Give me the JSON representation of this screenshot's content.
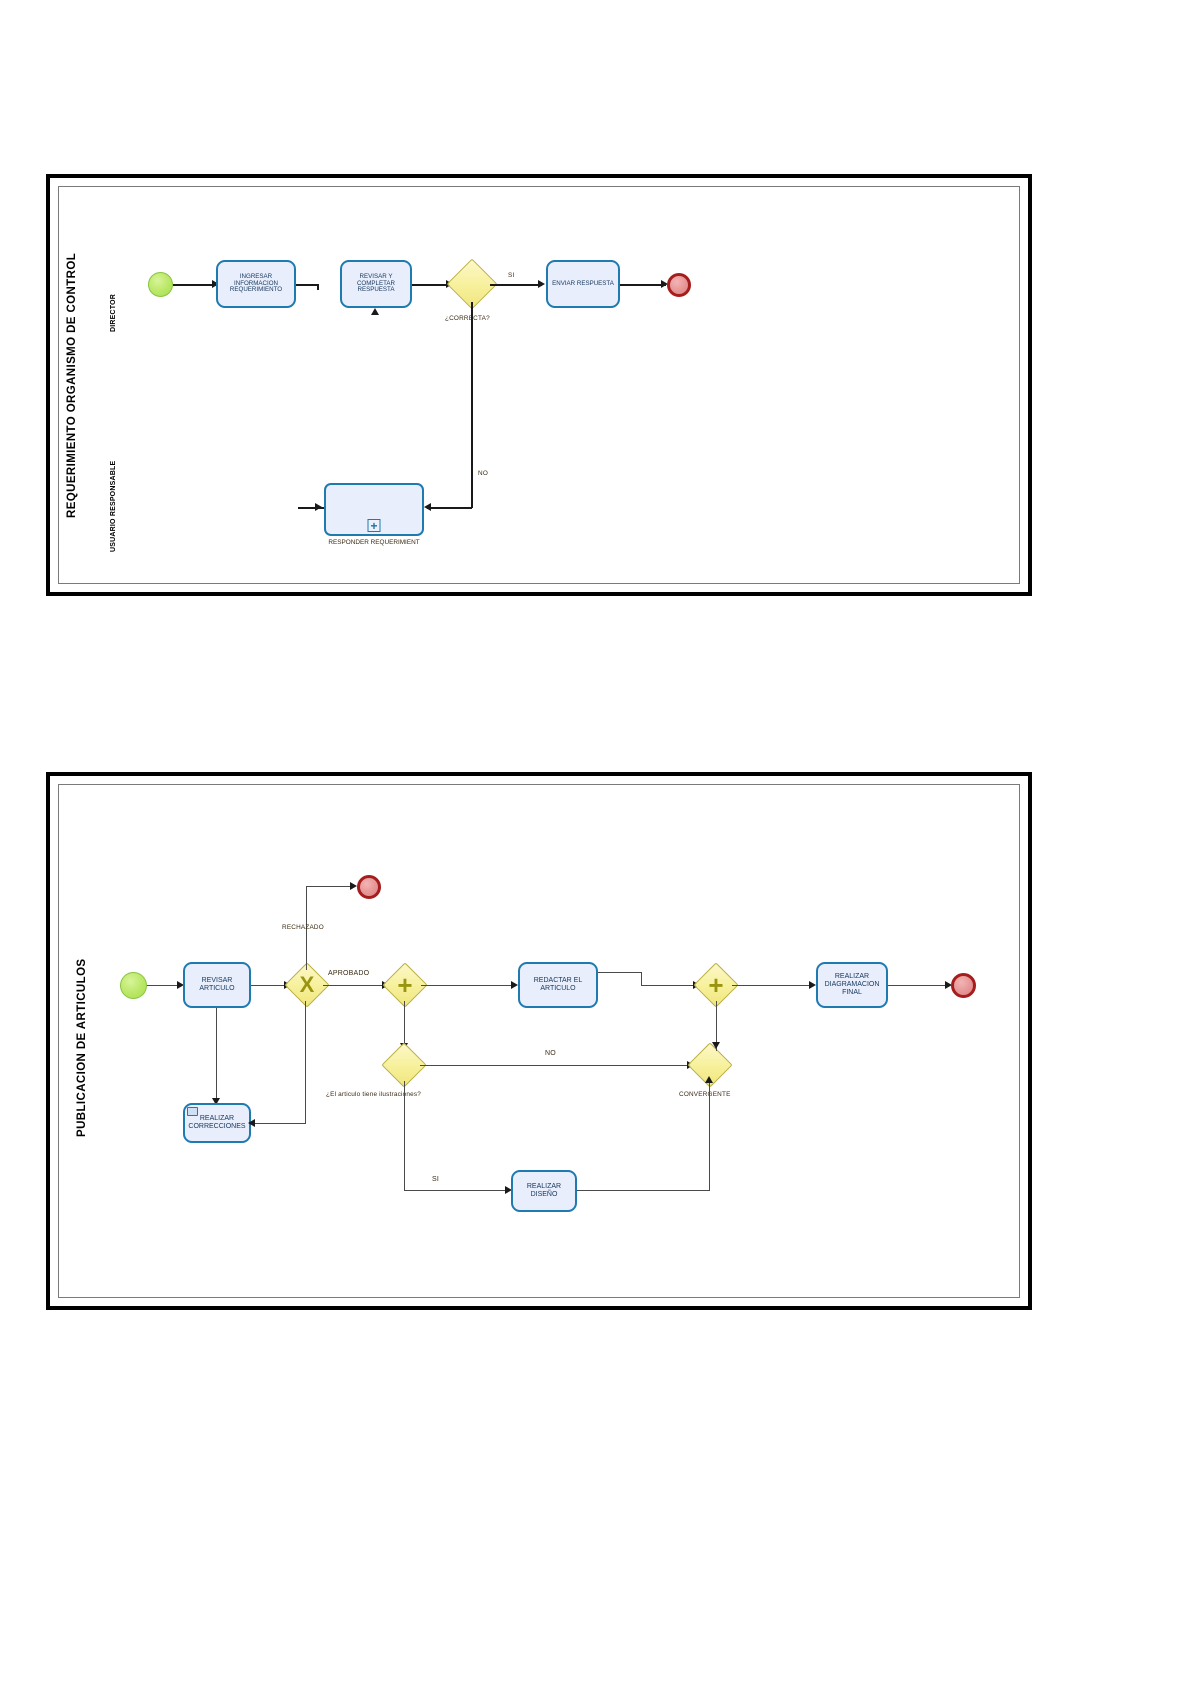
{
  "diagrams": [
    {
      "pool_title": "REQUERIMIENTO ORGANISMO DE CONTROL",
      "lanes": [
        {
          "label": "DIRECTOR"
        },
        {
          "label": "USUARIO RESPONSABLE"
        }
      ],
      "nodes": {
        "start": {
          "type": "start-event",
          "name": ""
        },
        "task_ingresar": {
          "type": "task",
          "label": "INGRESAR INFORMACION REQUERIMIENTO"
        },
        "task_revisar": {
          "type": "task",
          "label": "REVISAR Y COMPLETAR RESPUESTA"
        },
        "gateway_correcta": {
          "type": "exclusive-gateway",
          "label": "¿CORRECTA?"
        },
        "task_enviar": {
          "type": "task",
          "label": "ENVIAR RESPUESTA"
        },
        "end": {
          "type": "end-event",
          "name": ""
        },
        "subprocess_responder": {
          "type": "collapsed-subprocess",
          "label": "RESPONDER REQUERIMIENT",
          "marker": "+"
        }
      },
      "edge_labels": {
        "si": "SI",
        "no": "NO"
      }
    },
    {
      "pool_title": "PUBLICACION DE ARTICULOS",
      "lanes": [],
      "nodes": {
        "start": {
          "type": "start-event",
          "name": ""
        },
        "task_revisar_articulo": {
          "type": "task",
          "label": "REVISAR ARTICULO"
        },
        "gateway_aprobacion": {
          "type": "exclusive-gateway",
          "marker": "X",
          "label": ""
        },
        "task_correcciones": {
          "type": "task",
          "label": "REALIZAR CORRECCIONES"
        },
        "end_rechazado": {
          "type": "end-event",
          "name": ""
        },
        "gateway_split_parallel": {
          "type": "parallel-gateway",
          "marker": "+",
          "label": ""
        },
        "task_redactar": {
          "type": "task",
          "label": "REDACTAR EL ARTICULO"
        },
        "gateway_ilustraciones": {
          "type": "exclusive-gateway",
          "label": "¿El articulo tiene ilustraciones?"
        },
        "task_diseno": {
          "type": "task",
          "label": "REALIZAR DISEÑO"
        },
        "gateway_convergente": {
          "type": "exclusive-gateway",
          "label": "CONVERGENTE"
        },
        "gateway_join_parallel": {
          "type": "parallel-gateway",
          "marker": "+",
          "label": ""
        },
        "task_diagramacion": {
          "type": "task",
          "label": "REALIZAR DIAGRAMACION FINAL"
        },
        "end_final": {
          "type": "end-event",
          "name": ""
        }
      },
      "edge_labels": {
        "rechazado": "RECHAZADO",
        "aprobado": "APROBADO",
        "no": "NO",
        "si": "SI"
      }
    }
  ],
  "colors": {
    "task_fill": "#e8eefc",
    "task_border": "#1f7ab0",
    "gateway_fill": "#f7f09a",
    "gateway_border": "#b8ae3c",
    "start_fill": "#bbe868",
    "end_fill": "#e69696",
    "end_border": "#a51d1d",
    "frame": "#000000"
  }
}
